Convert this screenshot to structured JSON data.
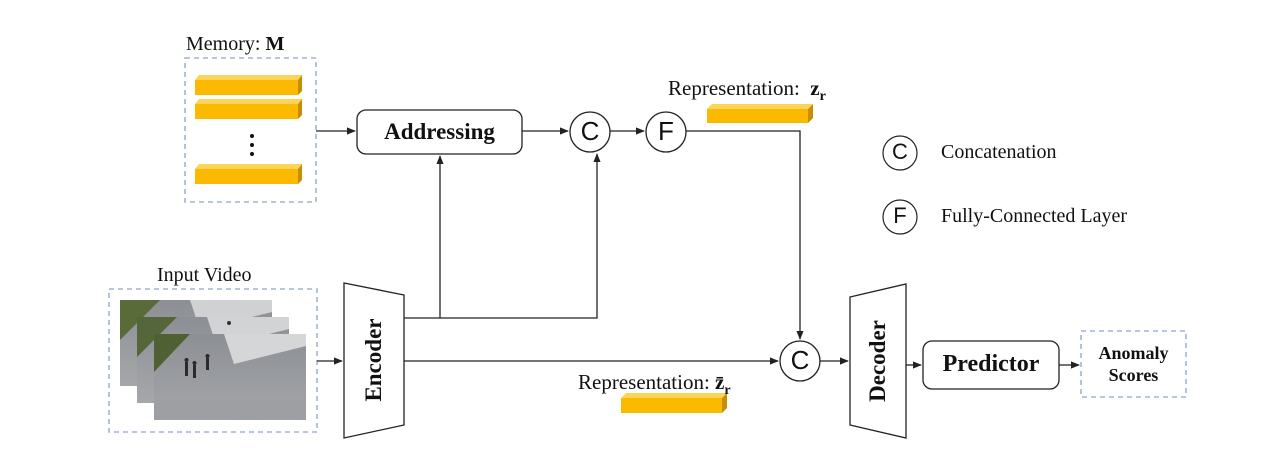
{
  "memory": {
    "label": "Memory: ",
    "symbol": "M"
  },
  "addressing": {
    "label": "Addressing"
  },
  "representation_top": {
    "label": "Representation:",
    "symbol": "z",
    "subscript": "r"
  },
  "representation_bottom": {
    "label": "Representation:",
    "symbol": "z̄",
    "subscript": "r"
  },
  "input_video": {
    "label": "Input Video"
  },
  "encoder": {
    "label": "Encoder"
  },
  "decoder": {
    "label": "Decoder"
  },
  "predictor": {
    "label": "Predictor"
  },
  "anomaly_scores": {
    "line1": "Anomaly",
    "line2": "Scores"
  },
  "ops": {
    "concat": "C",
    "fc": "F"
  },
  "legend": [
    {
      "symbol": "C",
      "label": "Concatenation"
    },
    {
      "symbol": "F",
      "label": "Fully-Connected Layer"
    }
  ],
  "colors": {
    "feature_bar": "#fbba00",
    "feature_bar_top": "#fdd45a",
    "feature_bar_side": "#c78f00",
    "dashed_border": "#9fb4d8",
    "line": "#222222"
  }
}
